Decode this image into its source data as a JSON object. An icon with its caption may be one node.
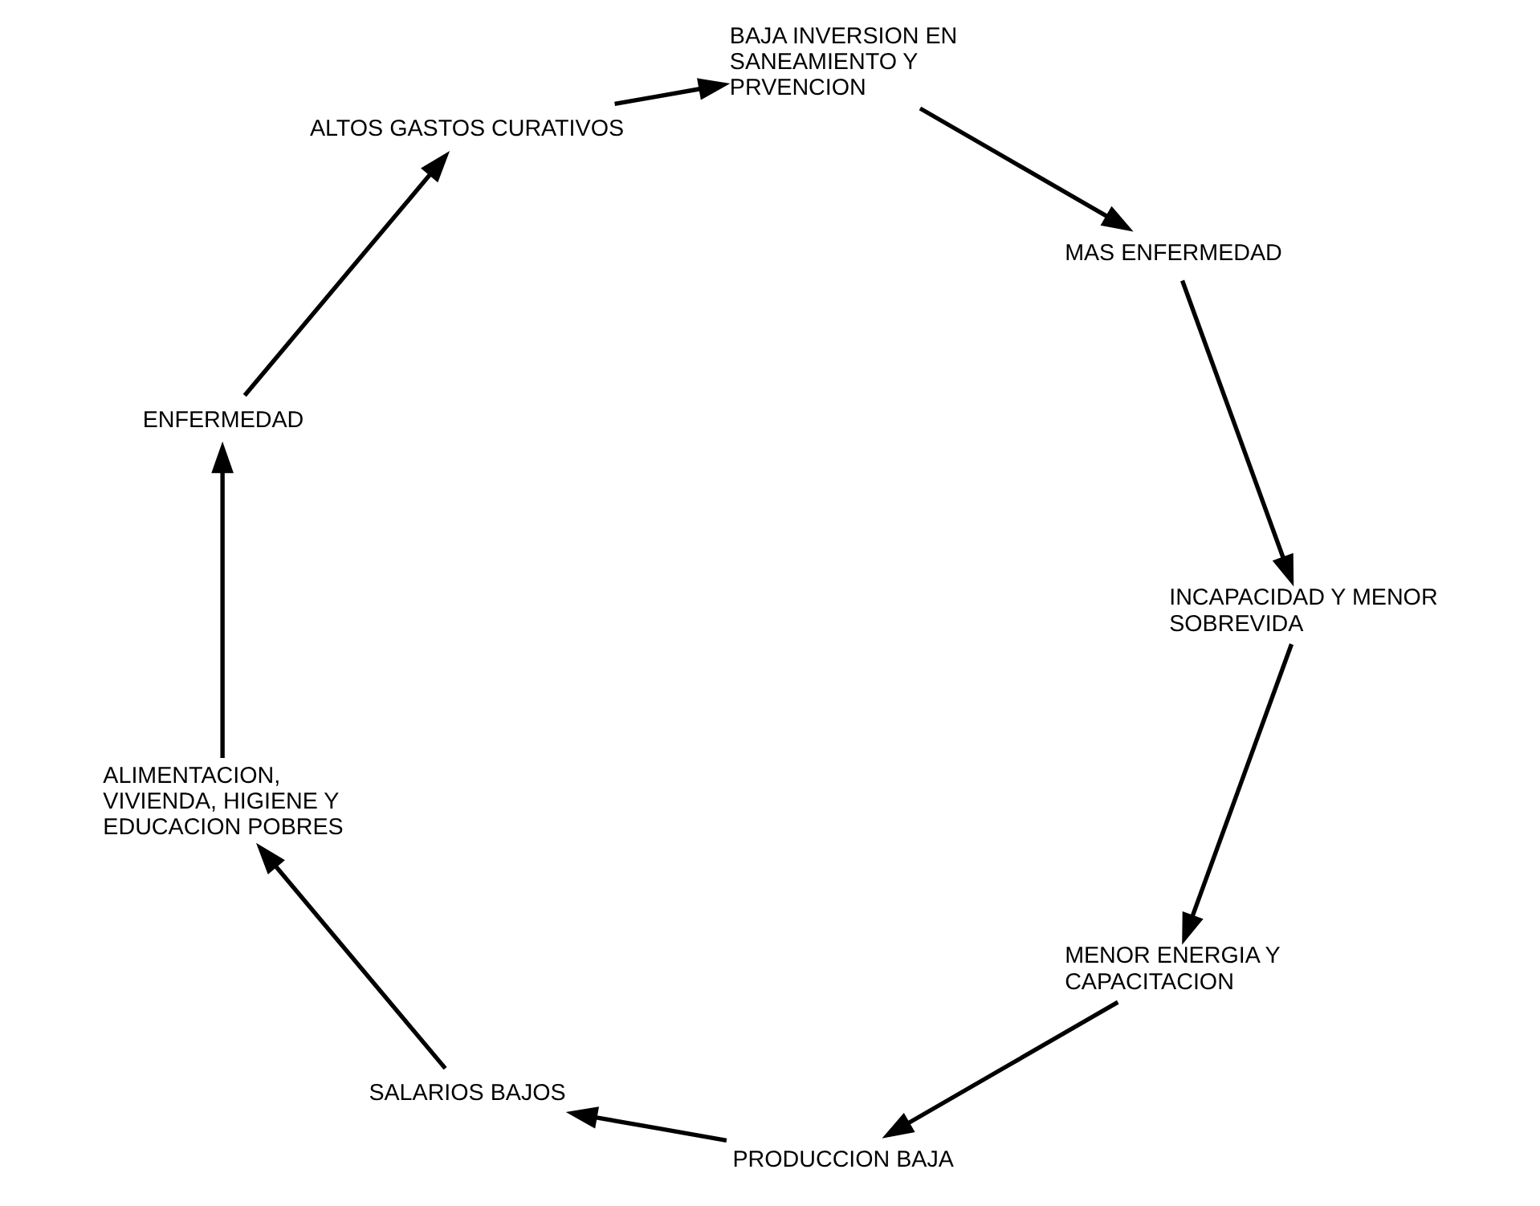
{
  "diagram": {
    "nodes": [
      {
        "text": [
          "MENOR ENERGIA Y CAPACITACION"
        ]
      },
      {
        "text": [
          "PRODUCCION BAJA"
        ]
      },
      {
        "text": [
          "SALARIOS BAJOS"
        ]
      },
      {
        "text": [
          "ALIMENTACION, VIVIENDA, HIGIENE Y EDUCACION POBRES"
        ]
      },
      {
        "text": [
          "ENFERMEDAD"
        ]
      },
      {
        "text": [
          "ALTOS GASTOS CURATIVOS"
        ]
      },
      {
        "text": [
          "BAJA INVERSION EN SANEAMIENTO Y PRVENCION"
        ]
      },
      {
        "text": [
          "MAS ENFERMEDAD"
        ]
      },
      {
        "text": [
          "INCAPACIDAD Y MENOR SOBREVIDA"
        ]
      }
    ],
    "edges": [
      {
        "from": 0,
        "to": 1,
        "arrow": "to"
      },
      {
        "from": 1,
        "to": 2,
        "arrow": "to"
      },
      {
        "from": 2,
        "to": 3,
        "arrow": "to"
      },
      {
        "from": 3,
        "to": 4,
        "arrow": "to"
      },
      {
        "from": 4,
        "to": 5,
        "arrow": "to"
      },
      {
        "from": 5,
        "to": 6,
        "arrow": "to"
      },
      {
        "from": 6,
        "to": 7,
        "arrow": "to"
      },
      {
        "from": 7,
        "to": 8,
        "arrow": "to"
      },
      {
        "from": 8,
        "to": 0,
        "arrow": "to"
      }
    ]
  }
}
